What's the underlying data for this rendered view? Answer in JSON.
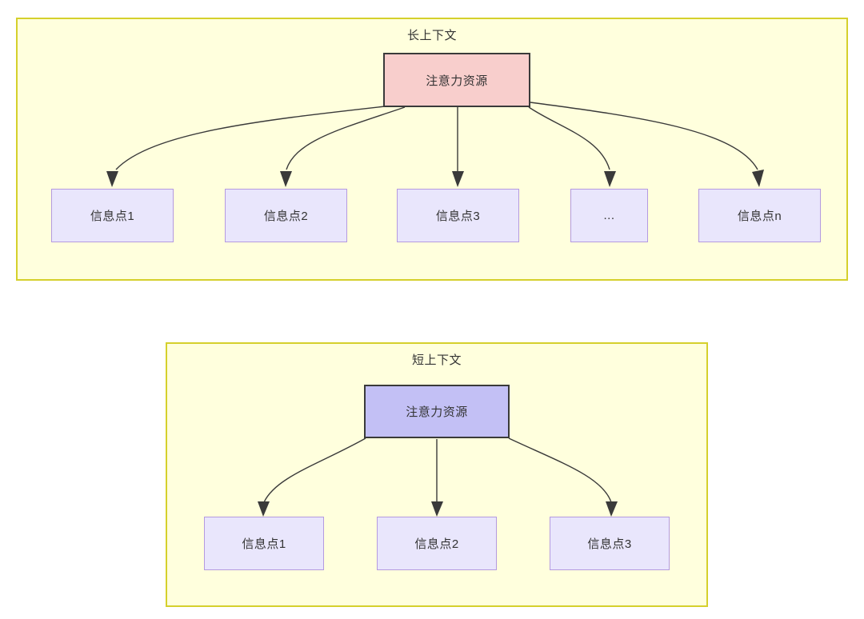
{
  "diagram": {
    "title_visible": false,
    "panels": [
      {
        "id": "long-context",
        "title": "长上下文",
        "root": {
          "label": "注意力资源",
          "fill": "#f8cecc",
          "stroke": "#3a3a3a"
        },
        "children": [
          {
            "label": "信息点1"
          },
          {
            "label": "信息点2"
          },
          {
            "label": "信息点3"
          },
          {
            "label": "..."
          },
          {
            "label": "信息点n"
          }
        ]
      },
      {
        "id": "short-context",
        "title": "短上下文",
        "root": {
          "label": "注意力资源",
          "fill": "#c3c0f5",
          "stroke": "#3a3a3a"
        },
        "children": [
          {
            "label": "信息点1"
          },
          {
            "label": "信息点2"
          },
          {
            "label": "信息点3"
          }
        ]
      }
    ],
    "colors": {
      "panel_fill": "#ffffdd",
      "panel_stroke": "#d5d02c",
      "info_fill": "#e9e6fc",
      "info_stroke": "#b49ae0",
      "edge": "#3a3a3a",
      "text": "#333333"
    }
  }
}
